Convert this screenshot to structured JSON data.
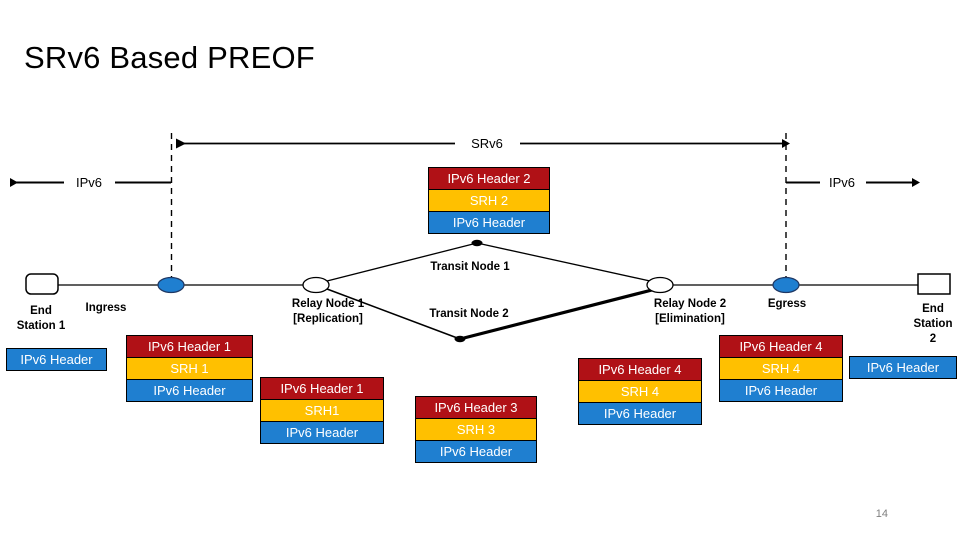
{
  "slide": {
    "title": "SRv6 Based PREOF",
    "page_number": "14"
  },
  "scope_labels": {
    "left_ipv6": "IPv6",
    "srv6": "SRv6",
    "right_ipv6": "IPv6"
  },
  "nodes": {
    "end_station_1": "End\nStation 1",
    "end_station_1_line1": "End",
    "end_station_1_line2": "Station 1",
    "ingress": "Ingress",
    "relay_node_1_line1": "Relay Node 1",
    "relay_node_1_line2": "[Replication]",
    "transit_node_1": "Transit Node 1",
    "transit_node_2": "Transit Node 2",
    "relay_node_2_line1": "Relay Node 2",
    "relay_node_2_line2": "[Elimination]",
    "egress": "Egress",
    "end_station_2_line1": "End",
    "end_station_2_line2": "Station",
    "end_station_2_line3": "2"
  },
  "colors": {
    "outer_header": "#B01116",
    "srh": "#FFC000",
    "inner_header": "#1F7FD0",
    "node_active": "#1F7FD0",
    "line": "#000000",
    "page_number": "#808080"
  },
  "packets": {
    "end_station_1": {
      "segments": [
        {
          "label": "IPv6 Header",
          "color": "blue"
        }
      ]
    },
    "ingress": {
      "segments": [
        {
          "label": "IPv6 Header 1",
          "color": "red"
        },
        {
          "label": "SRH 1",
          "color": "gold"
        },
        {
          "label": "IPv6 Header",
          "color": "blue"
        }
      ]
    },
    "relay_node_1": {
      "segments": [
        {
          "label": "IPv6 Header 1",
          "color": "red"
        },
        {
          "label": "SRH1",
          "color": "gold"
        },
        {
          "label": "IPv6 Header",
          "color": "blue"
        }
      ]
    },
    "transit_node_1": {
      "segments": [
        {
          "label": "IPv6 Header 2",
          "color": "red"
        },
        {
          "label": "SRH 2",
          "color": "gold"
        },
        {
          "label": "IPv6 Header",
          "color": "blue"
        }
      ]
    },
    "transit_node_2": {
      "segments": [
        {
          "label": "IPv6 Header 3",
          "color": "red"
        },
        {
          "label": "SRH 3",
          "color": "gold"
        },
        {
          "label": "IPv6 Header",
          "color": "blue"
        }
      ]
    },
    "relay_node_2_in": {
      "segments": [
        {
          "label": "IPv6 Header 4",
          "color": "red"
        },
        {
          "label": "SRH 4",
          "color": "gold"
        },
        {
          "label": "IPv6 Header",
          "color": "blue"
        }
      ]
    },
    "relay_node_2_out": {
      "segments": [
        {
          "label": "IPv6 Header 4",
          "color": "red"
        },
        {
          "label": "SRH 4",
          "color": "gold"
        },
        {
          "label": "IPv6 Header",
          "color": "blue"
        }
      ]
    },
    "end_station_2": {
      "segments": [
        {
          "label": "IPv6 Header",
          "color": "blue"
        }
      ]
    }
  }
}
